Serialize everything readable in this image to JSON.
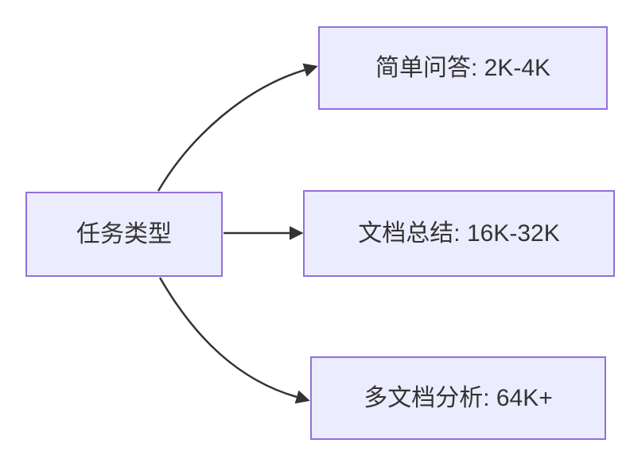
{
  "diagram": {
    "type": "flowchart-left-to-right",
    "root": {
      "label": "任务类型"
    },
    "branches": [
      {
        "label": "简单问答: 2K-4K"
      },
      {
        "label": "文档总结: 16K-32K"
      },
      {
        "label": "多文档分析: 64K+"
      }
    ],
    "colors": {
      "node_fill": "#ECECFF",
      "node_border": "#9370DB",
      "edge": "#333333",
      "text": "#333333",
      "background": "#FFFFFF"
    }
  }
}
